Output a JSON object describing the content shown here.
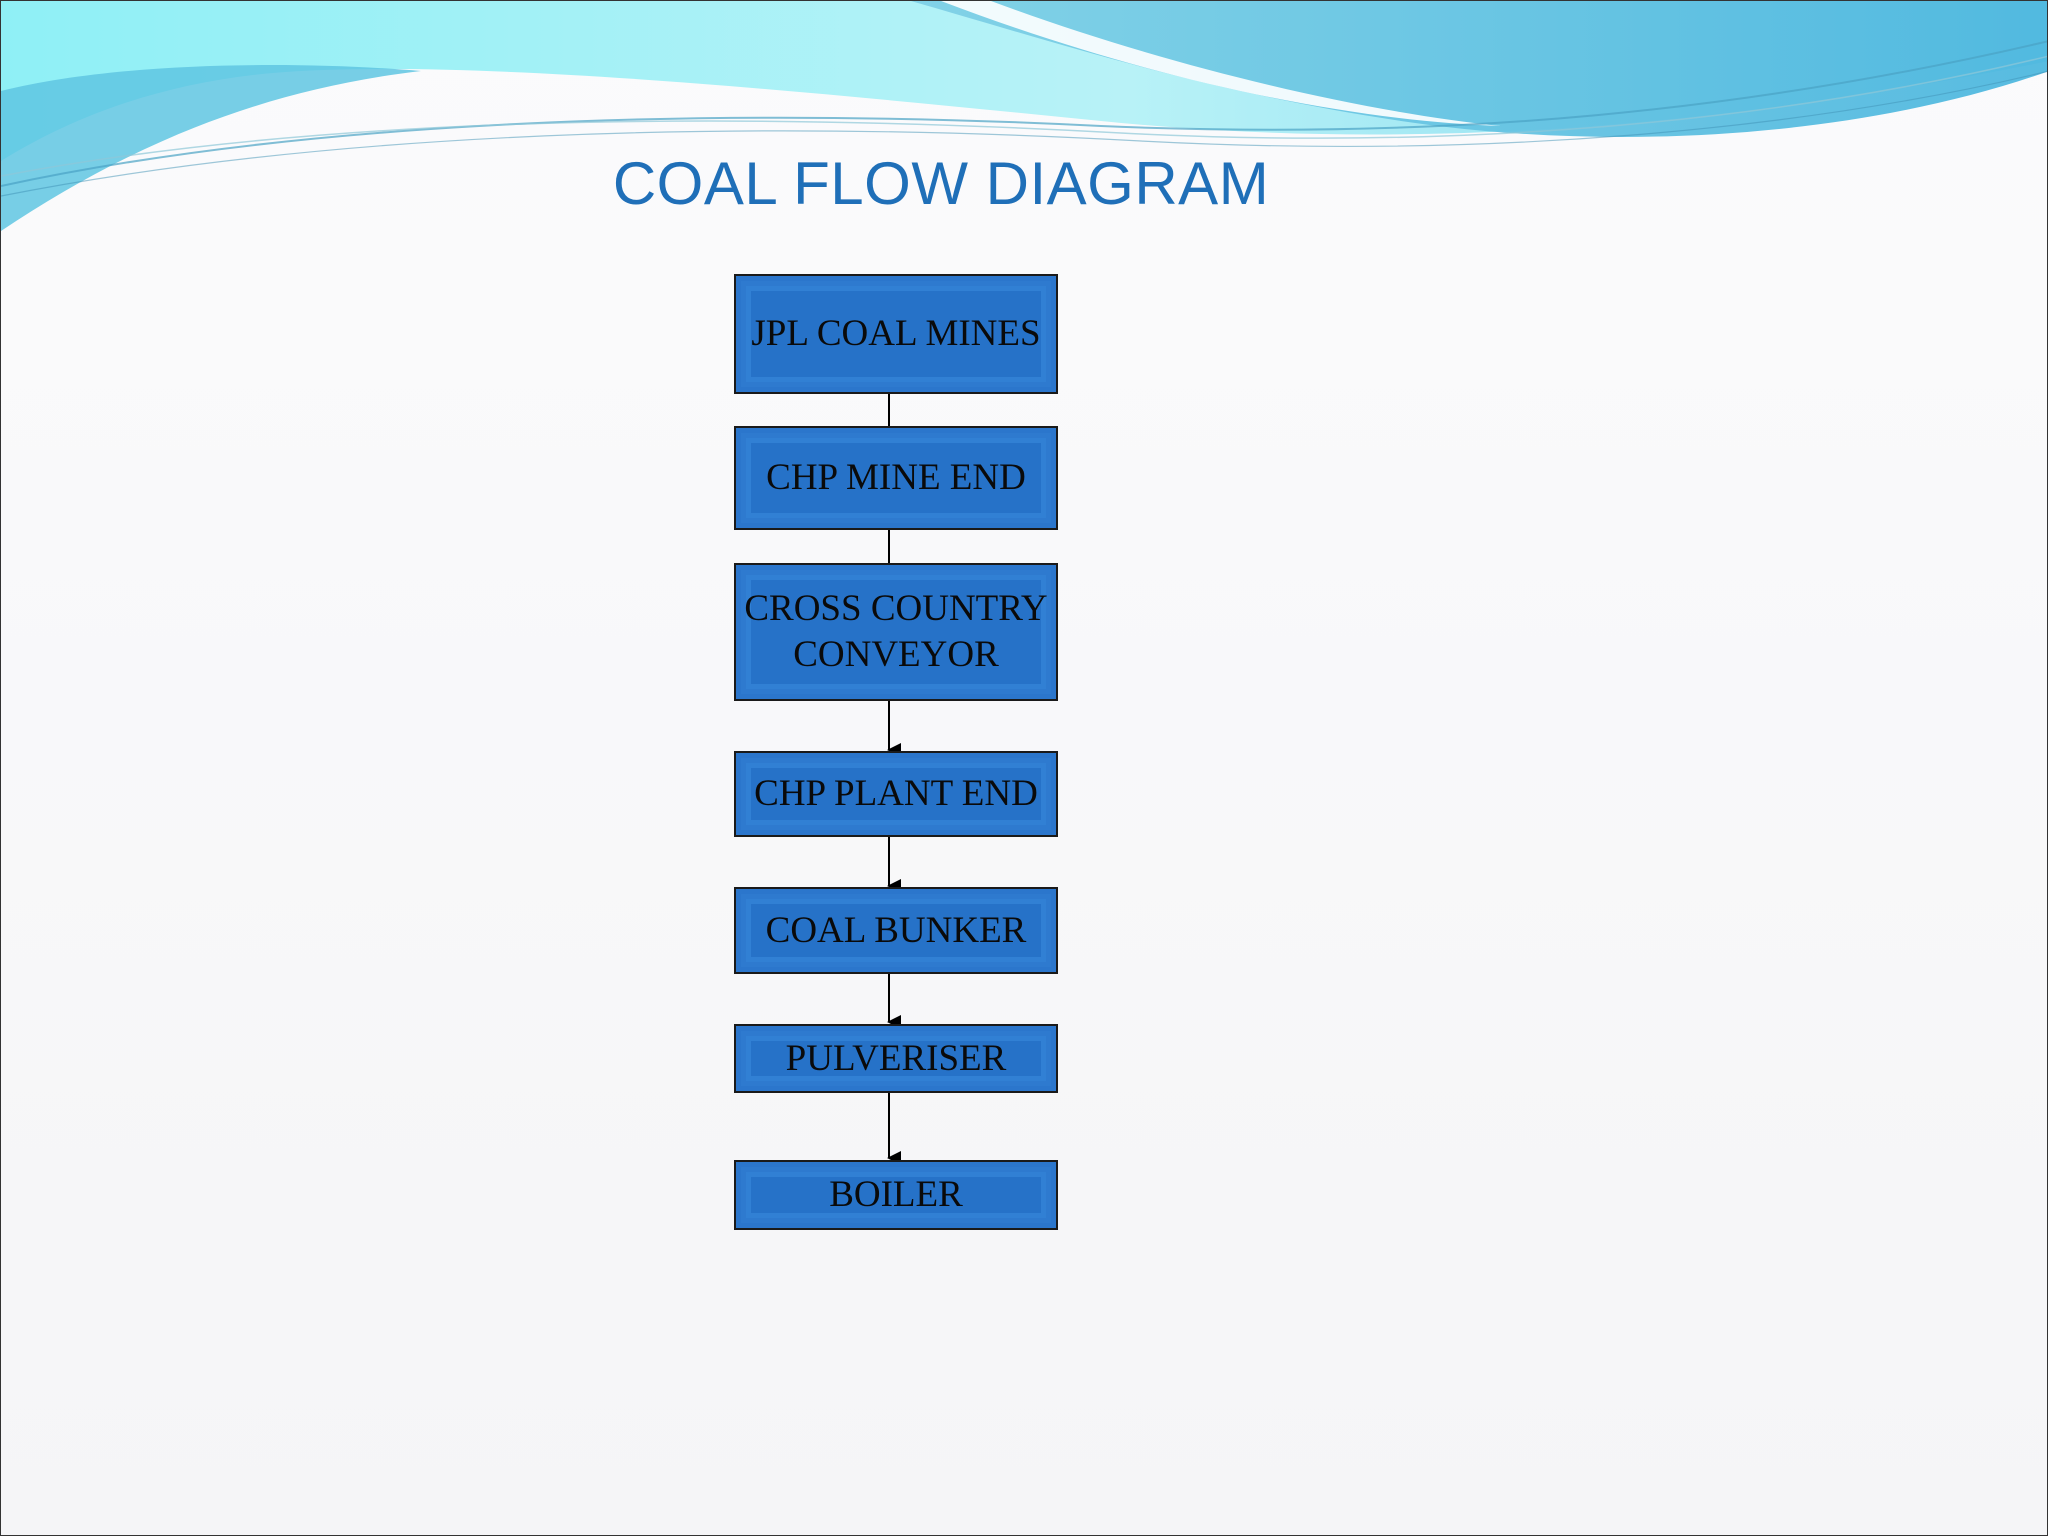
{
  "slide": {
    "title": "COAL FLOW DIAGRAM"
  },
  "flow": {
    "nodes": [
      {
        "label": "JPL COAL MINES"
      },
      {
        "label": "CHP MINE END"
      },
      {
        "label": "CROSS COUNTRY\nCONVEYOR"
      },
      {
        "label": "CHP PLANT END"
      },
      {
        "label": "COAL BUNKER"
      },
      {
        "label": "PULVERISER"
      },
      {
        "label": "BOILER"
      }
    ],
    "edges": [
      {
        "from": 0,
        "to": 1
      },
      {
        "from": 1,
        "to": 2
      },
      {
        "from": 2,
        "to": 3
      },
      {
        "from": 3,
        "to": 4
      },
      {
        "from": 4,
        "to": 5
      },
      {
        "from": 5,
        "to": 6
      }
    ]
  },
  "colors": {
    "title": "#1f6fb8",
    "box_fill": "#2672c8",
    "box_border": "#1a1a1a",
    "arrow": "#000000",
    "wave_light": "#9fe9f2",
    "wave_mid": "#6fd0e8",
    "wave_dark": "#4aaed8"
  }
}
